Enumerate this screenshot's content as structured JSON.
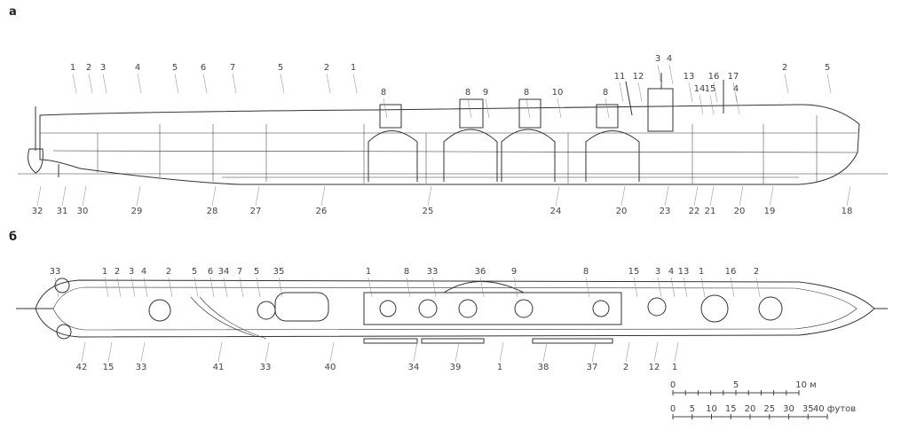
{
  "panels": {
    "a": "а",
    "b": "б"
  },
  "profile_callouts": [
    "1",
    "2",
    "3",
    "4",
    "5",
    "6",
    "7",
    "5",
    "2",
    "1",
    "8",
    "8",
    "9",
    "8",
    "10",
    "8",
    "11",
    "12",
    "3",
    "4",
    "13",
    "14",
    "15",
    "16",
    "17",
    "4",
    "2",
    "5",
    "32",
    "31",
    "30",
    "29",
    "28",
    "27",
    "26",
    "25",
    "24",
    "20",
    "23",
    "22",
    "21",
    "20",
    "19",
    "18"
  ],
  "plan_callouts": [
    "33",
    "1",
    "2",
    "3",
    "4",
    "2",
    "5",
    "6",
    "34",
    "7",
    "5",
    "35",
    "1",
    "8",
    "33",
    "36",
    "9",
    "8",
    "15",
    "3",
    "4",
    "13",
    "1",
    "16",
    "2",
    "42",
    "15",
    "33",
    "41",
    "33",
    "40",
    "34",
    "39",
    "1",
    "38",
    "37",
    "2",
    "12",
    "1"
  ],
  "scale_m": {
    "ticks": [
      "0",
      "5",
      "10 м"
    ],
    "max": 10
  },
  "scale_ft": {
    "ticks": [
      "0",
      "5",
      "10",
      "15",
      "20",
      "25",
      "30",
      "35",
      "40 футов"
    ],
    "max": 40
  }
}
